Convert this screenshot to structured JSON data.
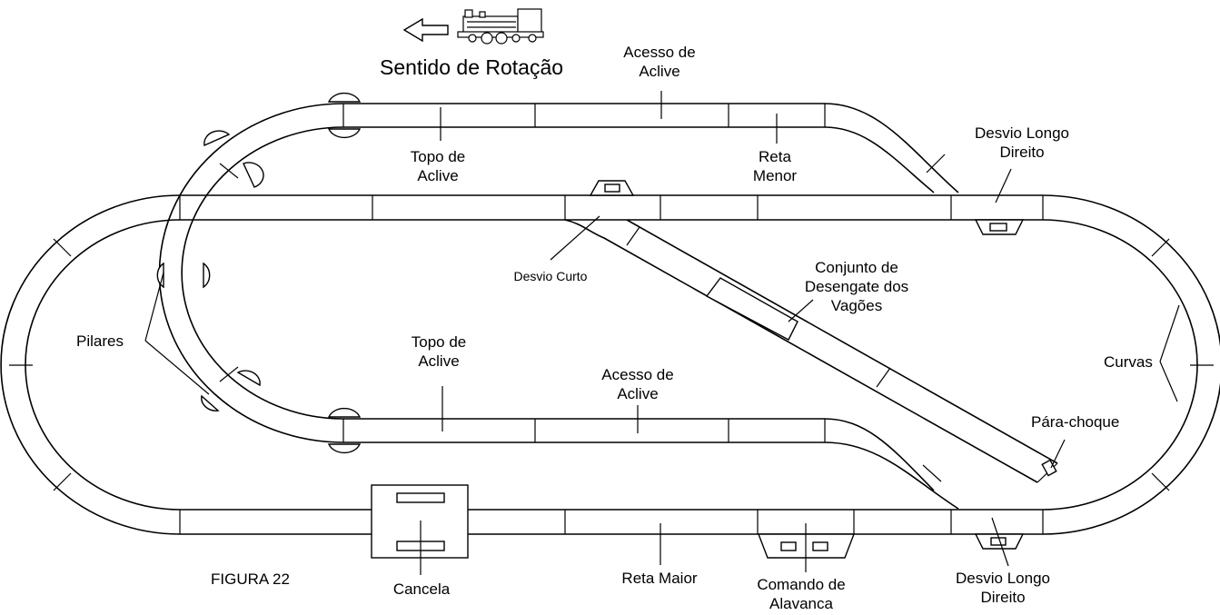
{
  "header": {
    "direction_label": "Sentido de Rotação"
  },
  "labels": {
    "acesso_top": [
      "Acesso de",
      "Aclive"
    ],
    "topo_top": [
      "Topo de",
      "Aclive"
    ],
    "reta_menor": [
      "Reta",
      "Menor"
    ],
    "desvio_longo_top": [
      "Desvio Longo",
      "Direito"
    ],
    "desvio_curto": "Desvio Curto",
    "conjunto": [
      "Conjunto de",
      "Desengate dos",
      "Vagões"
    ],
    "pilares": "Pilares",
    "topo_bottom": [
      "Topo de",
      "Aclive"
    ],
    "acesso_bottom": [
      "Acesso de",
      "Aclive"
    ],
    "curvas": "Curvas",
    "para_choque": "Pára-choque",
    "figura": "FIGURA  22",
    "cancela": "Cancela",
    "reta_maior": "Reta Maior",
    "comando": [
      "Comando de",
      "Alavanca"
    ],
    "desvio_longo_bottom": [
      "Desvio Longo",
      "Direito"
    ]
  },
  "icons": {
    "arrow": "left-arrow-icon",
    "locomotive": "steam-locomotive-icon"
  }
}
